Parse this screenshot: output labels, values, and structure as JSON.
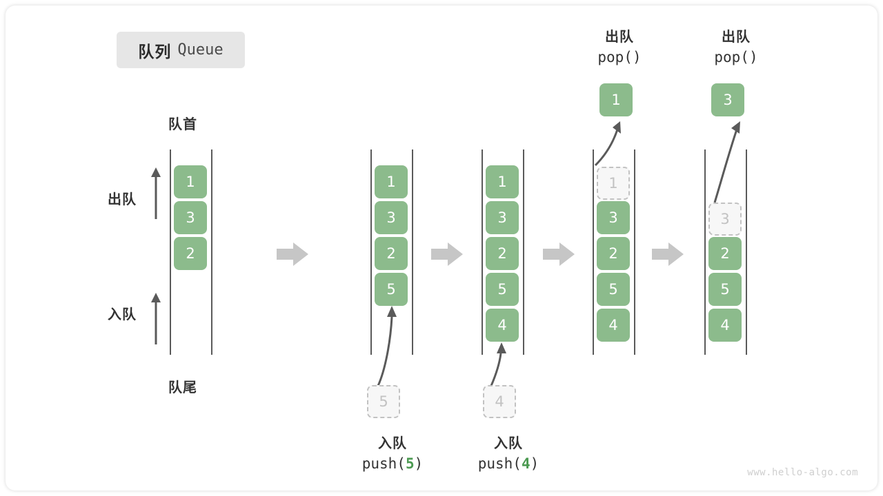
{
  "title": {
    "cn": "队列",
    "en": "Queue"
  },
  "axis_labels": {
    "head": "队首",
    "tail": "队尾",
    "dequeue": "出队",
    "enqueue": "入队"
  },
  "watermark": "www.hello-algo.com",
  "colors": {
    "element_fill": "#8cbb8c",
    "element_text": "#ffffff",
    "ghost_fill": "#f7f7f7",
    "ghost_border": "#c2c2c2",
    "ghost_text": "#c2c2c2",
    "rail": "#5a5a5a",
    "arrow": "#5a5a5a",
    "step_arrow": "#c6c6c6",
    "code_number": "#4c9a52",
    "badge_bg": "#e6e6e6"
  },
  "stages": [
    {
      "id": "initial",
      "elements": [
        "1",
        "3",
        "2"
      ],
      "ghost": null,
      "popped": null,
      "caption": null
    },
    {
      "id": "push-5",
      "elements": [
        "1",
        "3",
        "2",
        "5"
      ],
      "ghost": "5",
      "popped": null,
      "caption": {
        "cn": "入队",
        "code_prefix": "push(",
        "code_value": "5",
        "code_suffix": ")"
      }
    },
    {
      "id": "push-4",
      "elements": [
        "1",
        "3",
        "2",
        "5",
        "4"
      ],
      "ghost": "4",
      "popped": null,
      "caption": {
        "cn": "入队",
        "code_prefix": "push(",
        "code_value": "4",
        "code_suffix": ")"
      }
    },
    {
      "id": "pop-1",
      "elements": [
        "3",
        "2",
        "5",
        "4"
      ],
      "ghost": "1",
      "popped": "1",
      "caption": {
        "cn": "出队",
        "code_prefix": "pop(",
        "code_value": "",
        "code_suffix": ")"
      }
    },
    {
      "id": "pop-3",
      "elements": [
        "2",
        "5",
        "4"
      ],
      "ghost": "3",
      "popped": "3",
      "caption": {
        "cn": "出队",
        "code_prefix": "pop(",
        "code_value": "",
        "code_suffix": ")"
      }
    }
  ]
}
